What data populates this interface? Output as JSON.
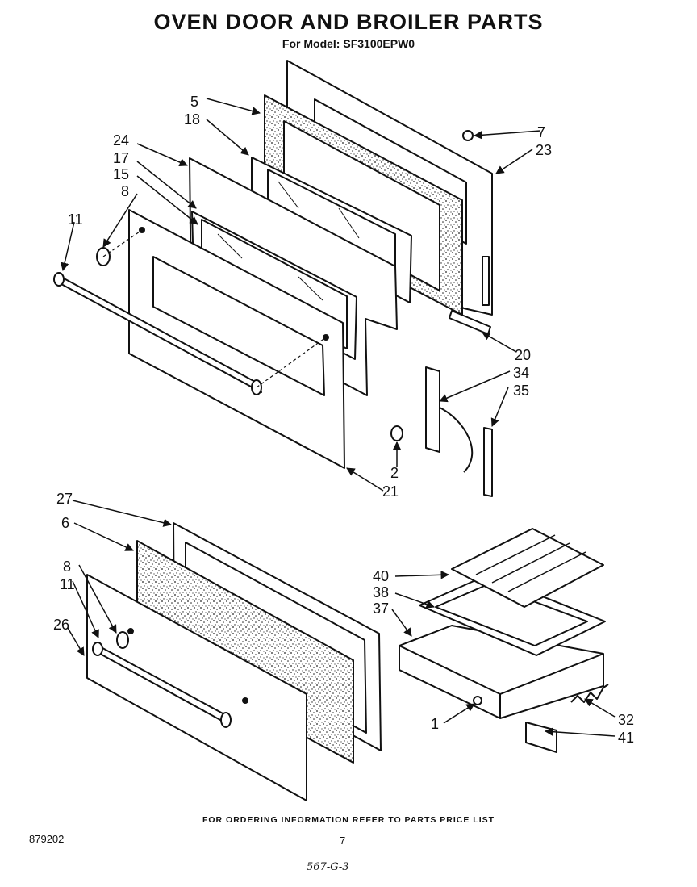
{
  "header": {
    "title": "OVEN DOOR AND BROILER PARTS",
    "model_line": "For Model: SF3100EPW0"
  },
  "callouts": {
    "p5": "5",
    "p18": "18",
    "p24": "24",
    "p17": "17",
    "p15": "15",
    "p8a": "8",
    "p11a": "11",
    "p7": "7",
    "p23": "23",
    "p20": "20",
    "p34": "34",
    "p35": "35",
    "p2": "2",
    "p21": "21",
    "p27": "27",
    "p6": "6",
    "p8b": "8",
    "p11b": "11",
    "p26": "26",
    "p40": "40",
    "p38": "38",
    "p37": "37",
    "p1": "1",
    "p32": "32",
    "p41": "41"
  },
  "footer": {
    "ordering_note": "FOR ORDERING INFORMATION REFER TO PARTS PRICE LIST",
    "doc_number": "879202",
    "page_number": "7",
    "handwritten_code": "567-G-3"
  }
}
